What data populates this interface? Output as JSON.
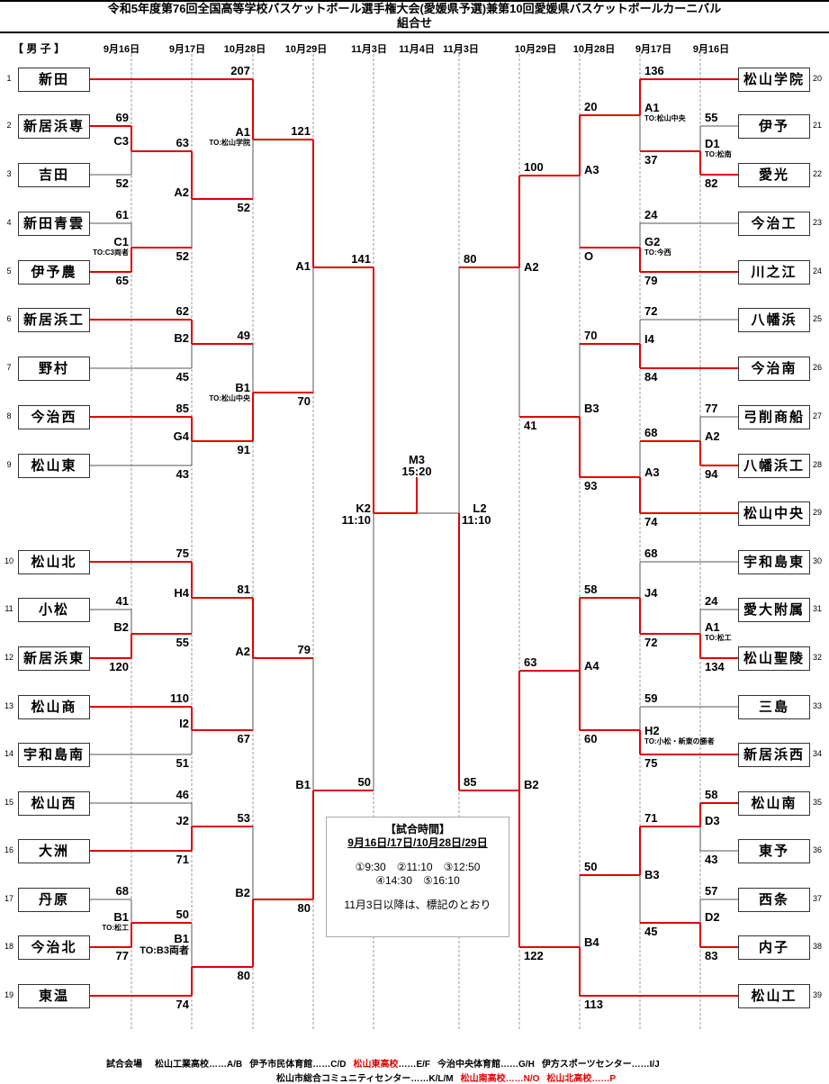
{
  "header": {
    "title": "令和5年度第76回全国高等学校バスケットボール選手権大会(愛媛県予選)兼第10回愛媛県バスケットボールカーニバル",
    "subtitle": "組合せ",
    "division": "【 男 子 】",
    "dates": [
      "9月16日",
      "9月17日",
      "10月28日",
      "10月29日",
      "11月3日",
      "11月4日",
      "11月3日",
      "10月29日",
      "10月28日",
      "9月17日",
      "9月16日"
    ]
  },
  "teams_left": [
    {
      "no": "1",
      "name": "新田"
    },
    {
      "no": "2",
      "name": "新居浜専"
    },
    {
      "no": "3",
      "name": "吉田"
    },
    {
      "no": "4",
      "name": "新田青雲"
    },
    {
      "no": "5",
      "name": "伊予農"
    },
    {
      "no": "6",
      "name": "新居浜工"
    },
    {
      "no": "7",
      "name": "野村"
    },
    {
      "no": "8",
      "name": "今治西"
    },
    {
      "no": "9",
      "name": "松山東"
    },
    {
      "no": "10",
      "name": "松山北"
    },
    {
      "no": "11",
      "name": "小松"
    },
    {
      "no": "12",
      "name": "新居浜東"
    },
    {
      "no": "13",
      "name": "松山商"
    },
    {
      "no": "14",
      "name": "宇和島南"
    },
    {
      "no": "15",
      "name": "松山西"
    },
    {
      "no": "16",
      "name": "大洲"
    },
    {
      "no": "17",
      "name": "丹原"
    },
    {
      "no": "18",
      "name": "今治北"
    },
    {
      "no": "19",
      "name": "東温"
    }
  ],
  "teams_right": [
    {
      "no": "20",
      "name": "松山学院"
    },
    {
      "no": "21",
      "name": "伊予"
    },
    {
      "no": "22",
      "name": "愛光"
    },
    {
      "no": "23",
      "name": "今治工"
    },
    {
      "no": "24",
      "name": "川之江"
    },
    {
      "no": "25",
      "name": "八幡浜"
    },
    {
      "no": "26",
      "name": "今治南"
    },
    {
      "no": "27",
      "name": "弓削商船"
    },
    {
      "no": "28",
      "name": "八幡浜工"
    },
    {
      "no": "29",
      "name": "松山中央"
    },
    {
      "no": "30",
      "name": "宇和島東"
    },
    {
      "no": "31",
      "name": "愛大附属"
    },
    {
      "no": "32",
      "name": "松山聖陵"
    },
    {
      "no": "33",
      "name": "三島"
    },
    {
      "no": "34",
      "name": "新居浜西"
    },
    {
      "no": "35",
      "name": "松山南"
    },
    {
      "no": "36",
      "name": "東予"
    },
    {
      "no": "37",
      "name": "西条"
    },
    {
      "no": "38",
      "name": "内子"
    },
    {
      "no": "39",
      "name": "松山工"
    }
  ],
  "matches": {
    "l_c3": {
      "code": "C3",
      "top": "69",
      "bottom": "52",
      "note": ""
    },
    "l_c1": {
      "code": "C1",
      "top": "61",
      "bottom": "65",
      "note": "TO:C3両者"
    },
    "l_a2a": {
      "code": "A2",
      "top": "63",
      "bottom": "52",
      "note": ""
    },
    "l_a1a": {
      "code": "A1",
      "top": "207",
      "bottom": "52",
      "note": "TO:松山学院"
    },
    "l_b2a": {
      "code": "B2",
      "top": "62",
      "bottom": "45",
      "note": ""
    },
    "l_g4": {
      "code": "G4",
      "top": "85",
      "bottom": "43",
      "note": ""
    },
    "l_b1a": {
      "code": "B1",
      "top": "49",
      "bottom": "91",
      "note": "TO:松山中央"
    },
    "l_a1b": {
      "code": "A1",
      "top": "121",
      "bottom": "70",
      "note": ""
    },
    "l_b2b": {
      "code": "B2",
      "top": "41",
      "bottom": "120",
      "note": ""
    },
    "l_h4": {
      "code": "H4",
      "top": "75",
      "bottom": "55",
      "note": ""
    },
    "l_i2": {
      "code": "I2",
      "top": "110",
      "bottom": "51",
      "note": ""
    },
    "l_a2b": {
      "code": "A2",
      "top": "81",
      "bottom": "67",
      "note": ""
    },
    "l_j2": {
      "code": "J2",
      "top": "46",
      "bottom": "71",
      "note": ""
    },
    "l_b1b": {
      "code": "B1",
      "top": "68",
      "bottom": "77",
      "note": "TO:松工"
    },
    "l_b1c": {
      "code": "B1",
      "top": "50",
      "bottom": "74",
      "note": "TO:B3両者"
    },
    "l_b2c": {
      "code": "B2",
      "top": "53",
      "bottom": "80",
      "note": ""
    },
    "l_b1d": {
      "code": "B1",
      "top": "79",
      "bottom": "80",
      "note": ""
    },
    "k2": {
      "code": "K2",
      "top": "141",
      "bottom": "50",
      "note": "11:10"
    },
    "l2": {
      "code": "L2",
      "top": "80",
      "bottom": "85",
      "note": "11:10"
    },
    "m3": {
      "code": "M3",
      "note": "15:20"
    },
    "r_a2a": {
      "code": "A2",
      "top": "100",
      "bottom": "41",
      "note": ""
    },
    "r_a3a": {
      "code": "A3",
      "top": "20",
      "bottom": "O",
      "note": ""
    },
    "r_b3a": {
      "code": "B3",
      "top": "70",
      "bottom": "93",
      "note": ""
    },
    "r_a1a": {
      "code": "A1",
      "top": "136",
      "bottom": "37",
      "note": "TO:松山中央"
    },
    "r_d1": {
      "code": "D1",
      "top": "55",
      "bottom": "82",
      "note": "TO:松南"
    },
    "r_g2": {
      "code": "G2",
      "top": "24",
      "bottom": "79",
      "note": "TO:今西"
    },
    "r_i4": {
      "code": "I4",
      "top": "72",
      "bottom": "84",
      "note": ""
    },
    "r_a2b": {
      "code": "A2",
      "top": "77",
      "bottom": "94",
      "note": ""
    },
    "r_a3b": {
      "code": "A3",
      "top": "68",
      "bottom": "74",
      "note": ""
    },
    "r_b2": {
      "code": "B2",
      "top": "63",
      "bottom": "122",
      "note": ""
    },
    "r_a4": {
      "code": "A4",
      "top": "58",
      "bottom": "60",
      "note": ""
    },
    "r_j4": {
      "code": "J4",
      "top": "68",
      "bottom": "72",
      "note": ""
    },
    "r_a1b": {
      "code": "A1",
      "top": "24",
      "bottom": "134",
      "note": "TO:松工"
    },
    "r_h2": {
      "code": "H2",
      "top": "59",
      "bottom": "75",
      "note": "TO:小松・新東の勝者"
    },
    "r_b4": {
      "code": "B4",
      "top": "50",
      "bottom": "113",
      "note": ""
    },
    "r_b3b": {
      "code": "B3",
      "top": "71",
      "bottom": "45",
      "note": ""
    },
    "r_d3": {
      "code": "D3",
      "top": "58",
      "bottom": "43",
      "note": ""
    },
    "r_d2": {
      "code": "D2",
      "top": "57",
      "bottom": "83",
      "note": ""
    }
  },
  "schedule": {
    "heading": "【試合時間】",
    "dates": "9月16日/17日/10月28日/29日",
    "times_row1": "①9:30　②11:10　③12:50",
    "times_row2": "④14:30　⑤16:10",
    "after_note": "11月3日以降は、標記のとおり"
  },
  "venues": {
    "label": "試合会場",
    "row1": [
      {
        "text": "松山工業高校……A/B",
        "red": false
      },
      {
        "text": "伊予市民体育館……C/D",
        "red": false
      },
      {
        "text": "松山東高校",
        "red": true
      },
      {
        "text": "……E/F",
        "red": false
      },
      {
        "text": "今治中央体育館……G/H",
        "red": false
      },
      {
        "text": "伊方スポーツセンター……I/J",
        "red": false
      }
    ],
    "row2": [
      {
        "text": "松山市総合コミュニティセンター……K/L/M",
        "red": false
      },
      {
        "text": "松山南高校……N/O",
        "red": true
      },
      {
        "text": "松山北高校……P",
        "red": true
      }
    ]
  },
  "colors": {
    "winner_line": "#e00000",
    "line": "#555555",
    "guide": "#9a9a9a"
  }
}
